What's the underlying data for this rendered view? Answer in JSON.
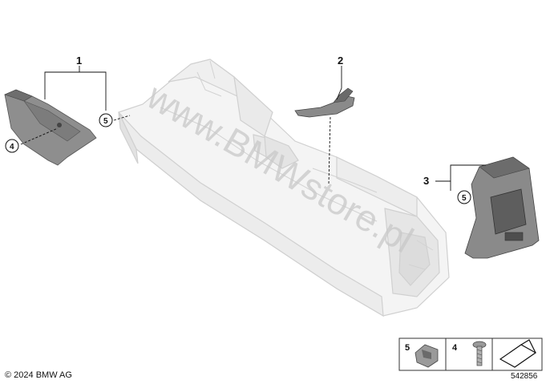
{
  "diagram": {
    "callouts": {
      "part1": "1",
      "part2": "2",
      "part3": "3",
      "part4": "4",
      "part5_left": "5",
      "part5_right": "5"
    },
    "watermark": "www.BMWstore.pl",
    "copyright": "© 2024 BMW AG",
    "catalog_number": "542856",
    "legend": {
      "item5": "5",
      "item4": "4"
    }
  }
}
